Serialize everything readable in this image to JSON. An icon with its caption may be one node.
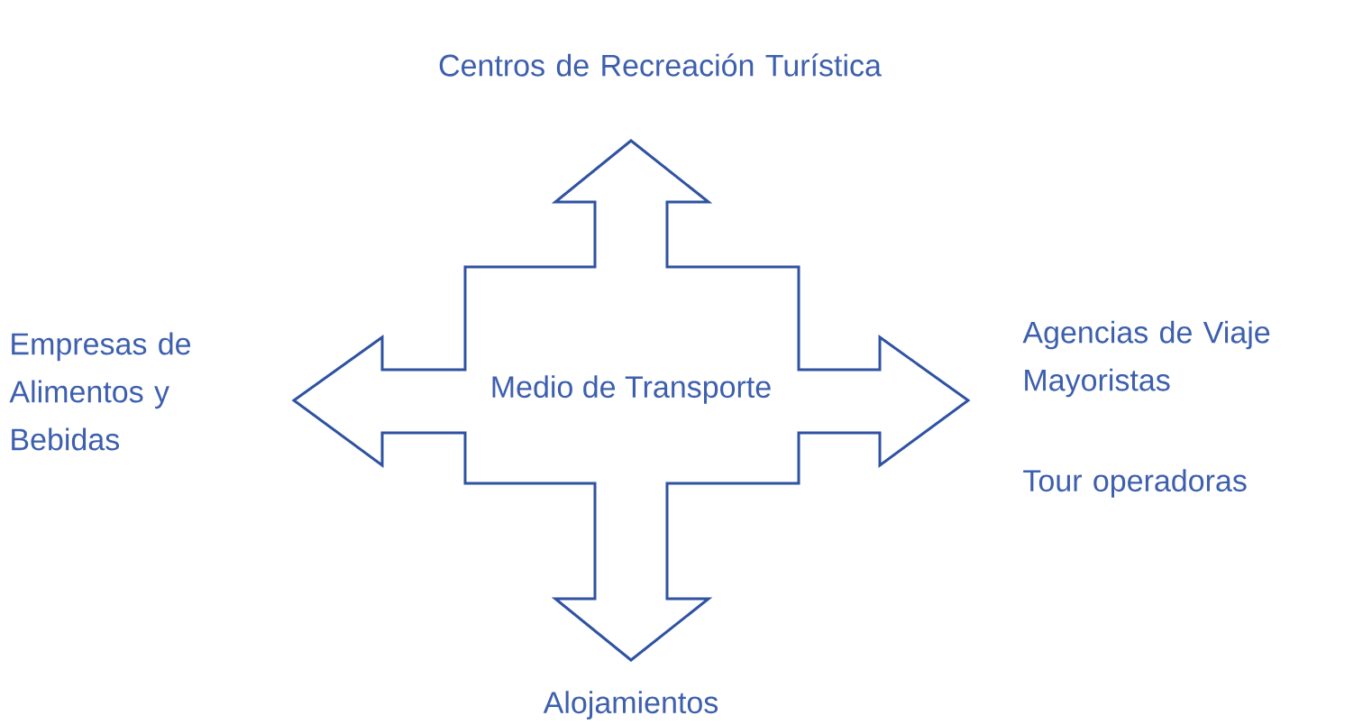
{
  "diagram": {
    "nodes": [
      {
        "text": [
          "Medio de Transporte"
        ]
      }
    ],
    "labels": [
      "Centros de Recreación Turística",
      "Empresas de Alimentos y Bebidas",
      "Agencias de Viaje Mayoristas",
      "Tour operadoras",
      "Alojamientos"
    ]
  }
}
